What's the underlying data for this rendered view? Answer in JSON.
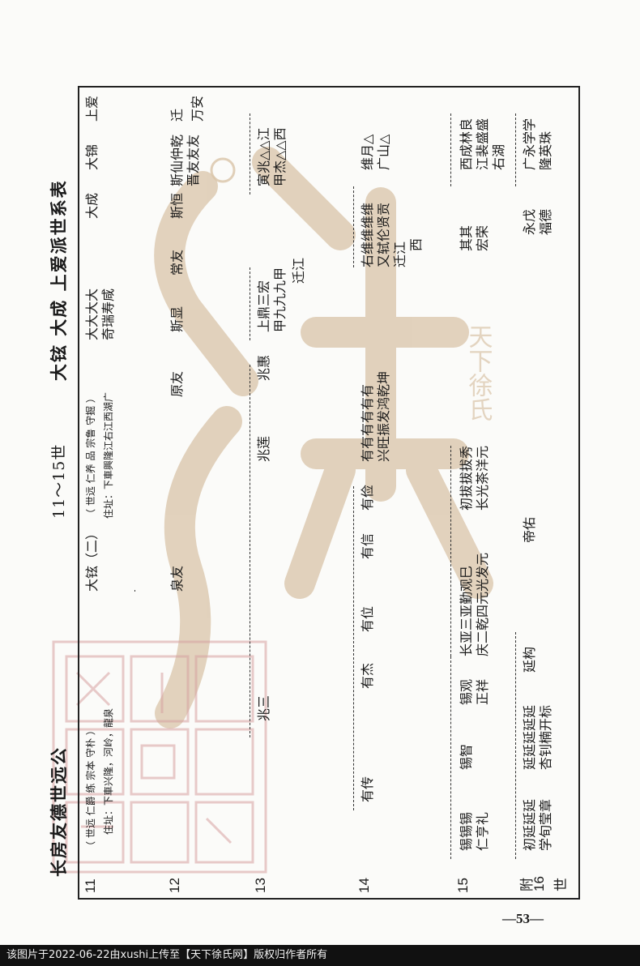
{
  "page": {
    "title_left": "长房友德世远公",
    "title_mid": "11～15世",
    "title_right": "大铉 大成 上爱派世系表",
    "page_number": "—53—"
  },
  "generations": [
    "11",
    "12",
    "13",
    "14",
    "15",
    "附",
    "16",
    "世"
  ],
  "header_notes": {
    "left_line": "（ 世远 仁爵 练 宗本 守朴 ）",
    "left_residence": "住址：下車兴隆，河岭，龍泉",
    "mid_line": "（ 世远 仁养 品 宗鲁 守掘 ）",
    "mid_residence": "住址：下車興隆江右江西湖广"
  },
  "names": {
    "g12_quanyou": "泉友",
    "g13_zhaosan": "兆三",
    "g13_zhaolian": "兆莲",
    "g13_zhaohui": "兆惠",
    "g14_youchuan": "有传",
    "g14_youtai": "有杰",
    "g14_youwei": "有位",
    "g14_youxin": "有信",
    "g14_youjian": "有俭",
    "g14_group": "有有有有有有",
    "g14_group2": "兴旺振发鸿乾坤",
    "g15_xi1": "锡锡锡",
    "g15_xi1b": "仁亨礼",
    "g15_xi2": "锡智",
    "g15_xi3": "锡观",
    "g15_xi3b": "正祥",
    "g15_chang": "长亚三亚勤观巳",
    "g15_changb": "庆二乾四元光发元",
    "g15_chu": "初拔拔拔秀",
    "g15_chub": "长光茶洋元",
    "g16_yan1": "初延延延",
    "g16_yan1b": "学旬莹章",
    "g16_yan2": "延延延延延",
    "g16_yan2b": "杏钊楠开标",
    "g16_yan3": "延构",
    "g16_di": "帝佑",
    "g11_dazhong": "大铉（二）",
    "g11_group": "大大大大",
    "g11_groupb": "奇瑞寿咸",
    "g12_yuanyou": "原友",
    "g12_siyou": "斯显",
    "g12_changyou": "常友",
    "g12_sheng": "上鼎三宏",
    "g12_shengb": "甲九九九甲",
    "g13_jiang": "迁江",
    "g11_dacheng": "大成",
    "g12_siheng": "斯恒",
    "g13_weiyou": "右维维维维",
    "g13_weiyoub": "又轼伦贤贡",
    "g14_jiang2": "迁江",
    "g14_xi": "西",
    "g15_qi": "其其",
    "g15_qib": "宏荣",
    "g16_yong": "永戊",
    "g16_yongb": "福德",
    "g11_dajin": "大锦",
    "g12_sixian": "斯仙仲乾",
    "g12_sixianb": "晋友友友",
    "g13_yin": "寅兆△△江",
    "g13_yinb": "甲杰△△西",
    "g14_yue": "维月△",
    "g14_yueb": "广山△",
    "g15_xicheng": "西成林良",
    "g15_xichengb": "江裴盛盛",
    "g15_you": "右湖",
    "g16_guang": "广永学学",
    "g16_guangb": "隆英珠",
    "g11_shangai": "上爱",
    "g12_jiang3": "迁",
    "g12_wan": "万安"
  },
  "watermark": {
    "text": "天下徐氏",
    "color": "#d9c4a8"
  },
  "footer": {
    "text": "该图片于2022-06-22由xushi上传至【天下徐氏网】版权归作者所有"
  }
}
